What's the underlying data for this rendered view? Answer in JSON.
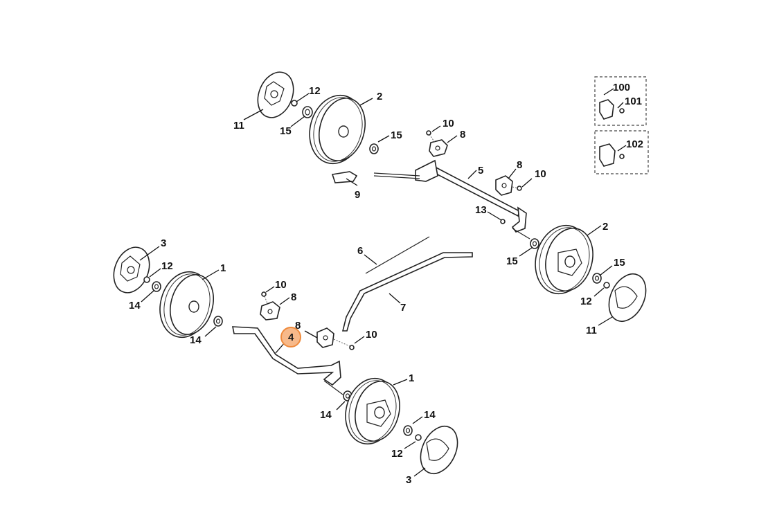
{
  "labels": {
    "l1_top": "1",
    "l1_bottom": "1",
    "l2_top": "2",
    "l2_right": "2",
    "l3_left": "3",
    "l3_bottom": "3",
    "l4_highlight": "4",
    "l5": "5",
    "l6": "6",
    "l7": "7",
    "l8_top": "8",
    "l8_right": "8",
    "l8_left": "8",
    "l8_mid": "8",
    "l9": "9",
    "l10_top": "10",
    "l10_right": "10",
    "l10_left": "10",
    "l10_mid": "10",
    "l11_top": "11",
    "l11_right": "11",
    "l12_top": "12",
    "l12_left": "12",
    "l12_right": "12",
    "l12_bottom": "12",
    "l13": "13",
    "l14_a": "14",
    "l14_b": "14",
    "l14_c": "14",
    "l14_d": "14",
    "l15_a": "15",
    "l15_b": "15",
    "l15_c": "15",
    "l15_d": "15",
    "l100": "100",
    "l101": "101",
    "l102": "102"
  },
  "colors": {
    "highlight_fill": "#f7b98a",
    "highlight_stroke": "#ef8a3c",
    "line": "#222222"
  }
}
